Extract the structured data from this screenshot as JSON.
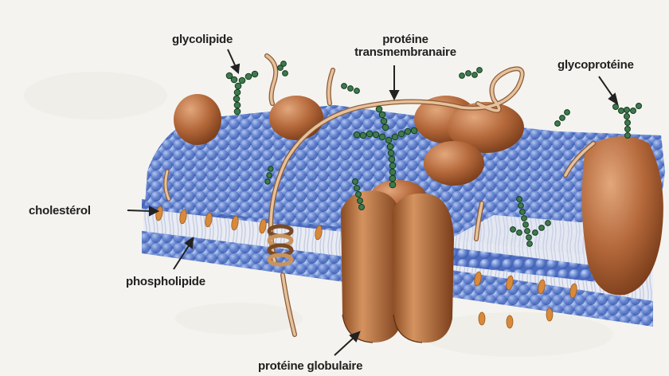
{
  "labels": {
    "glycolipide": "glycolipide",
    "proteine_transmembranaire_line1": "protéine",
    "proteine_transmembranaire_line2": "transmembranaire",
    "glycoproteine": "glycoprotéine",
    "cholesterol": "cholestérol",
    "phospholipide": "phospholipide",
    "proteine_globulaire": "protéine globulaire"
  },
  "colors": {
    "background": "#f4f3ef",
    "phospholipid_head": "#6f8fd8",
    "phospholipid_shadow": "#3f5fb0",
    "protein": "#b8703f",
    "protein_dark": "#8a4a22",
    "carbohydrate_chain": "#2f6b3f",
    "cholesterol": "#d88a3a",
    "label_text": "#202020"
  }
}
